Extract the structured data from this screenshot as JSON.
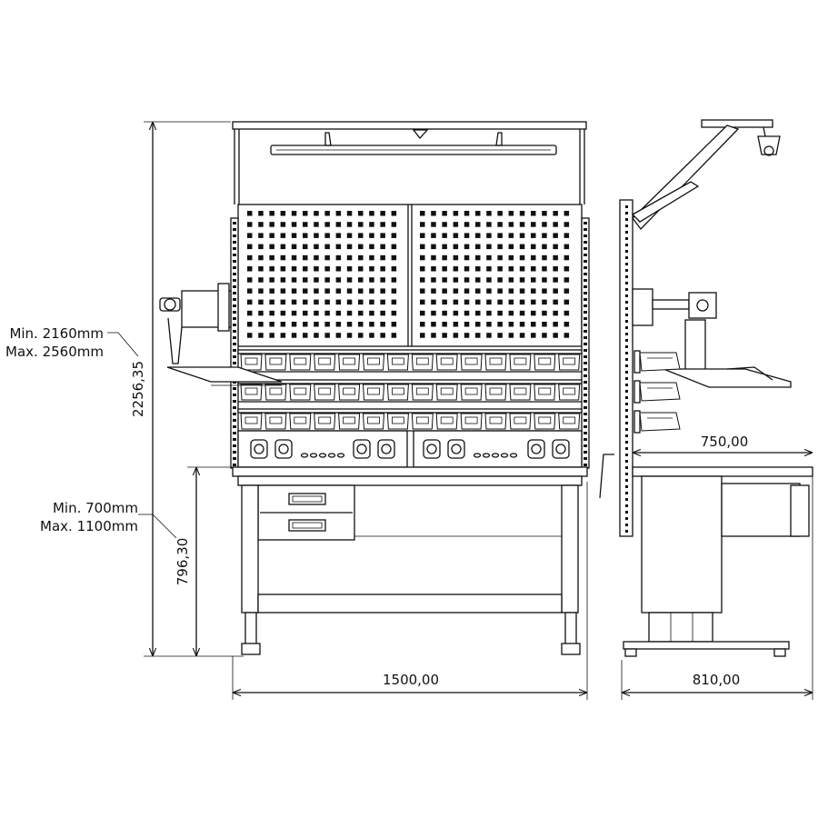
{
  "dimensions": {
    "overall_height": "2256,35",
    "worktop_height": "796,30",
    "front_width": "1500,00",
    "side_depth": "810,00",
    "worktop_depth": "750,00"
  },
  "notes": {
    "height_min": "Min. 2160mm",
    "height_max": "Max. 2560mm",
    "worktop_min": "Min. 700mm",
    "worktop_max": "Max. 1100mm"
  },
  "style": {
    "line_color": "#111111",
    "background": "#ffffff"
  }
}
